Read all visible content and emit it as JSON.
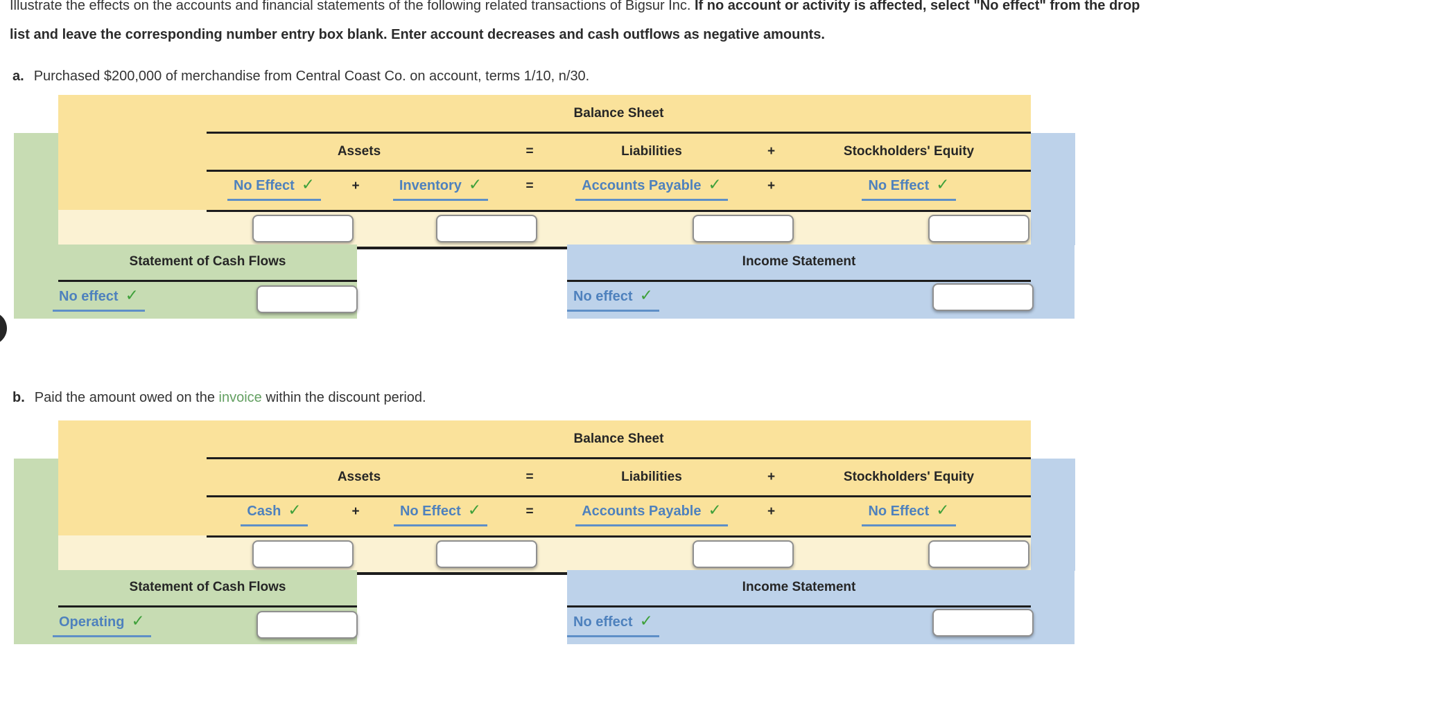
{
  "symbols": {
    "plus": "+",
    "equals": "=",
    "check": "✓"
  },
  "instructions": {
    "line1_normal": "Illustrate the effects on the accounts and financial statements of the following related transactions of Bigsur Inc. ",
    "line1_bold": "If no account or activity is affected, select \"No effect\" from the drop",
    "line2_bold": "list and leave the corresponding number entry box blank. Enter account decreases and cash outflows as negative amounts."
  },
  "sections": [
    {
      "label": "a.",
      "desc_before": "Purchased $200,000 of merchandise from Central Coast Co. on account, terms 1/10, n/30.",
      "desc_link": "",
      "desc_after": "",
      "balance_sheet": {
        "title": "Balance Sheet",
        "headers": {
          "assets": "Assets",
          "equals": "=",
          "liabilities": "Liabilities",
          "plus": "+",
          "equity": "Stockholders' Equity"
        },
        "dropdowns": {
          "asset1": "No Effect",
          "asset2": "Inventory",
          "liability": "Accounts Payable",
          "equity": "No Effect"
        },
        "inputs": {
          "asset1": "",
          "asset2": "",
          "liability": "",
          "equity": ""
        }
      },
      "cash_flows": {
        "title": "Statement of Cash Flows",
        "dropdown": "No effect",
        "input": ""
      },
      "income_statement": {
        "title": "Income Statement",
        "dropdown": "No effect",
        "input": ""
      }
    },
    {
      "label": "b.",
      "desc_before": "Paid the amount owed on the ",
      "desc_link": "invoice",
      "desc_after": " within the discount period.",
      "balance_sheet": {
        "title": "Balance Sheet",
        "headers": {
          "assets": "Assets",
          "equals": "=",
          "liabilities": "Liabilities",
          "plus": "+",
          "equity": "Stockholders' Equity"
        },
        "dropdowns": {
          "asset1": "Cash",
          "asset2": "No Effect",
          "liability": "Accounts Payable",
          "equity": "No Effect"
        },
        "inputs": {
          "asset1": "",
          "asset2": "",
          "liability": "",
          "equity": ""
        }
      },
      "cash_flows": {
        "title": "Statement of Cash Flows",
        "dropdown": "Operating",
        "input": ""
      },
      "income_statement": {
        "title": "Income Statement",
        "dropdown": "No effect",
        "input": ""
      }
    }
  ],
  "colors": {
    "table_yellow": "#FAE29B",
    "entry_row_yellow": "#FBF2D3",
    "cash_flows_green": "#C7DCB3",
    "income_statement_blue": "#BDD2EA",
    "dropdown_blue": "#4E81BD",
    "check_green": "#3EA03A",
    "link_green": "#64A062"
  }
}
